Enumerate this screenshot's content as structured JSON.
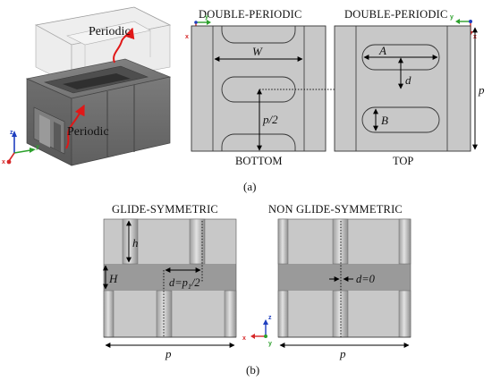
{
  "figure": {
    "label_a": "(a)",
    "label_b": "(b)"
  },
  "model3d": {
    "port_top": "Periodic",
    "port_bottom": "Periodic"
  },
  "axes": {
    "x": "x",
    "y": "y",
    "z": "z",
    "colors": {
      "x": "#d62728",
      "y": "#2ca02c",
      "z": "#1f3fbf"
    }
  },
  "panel_bottom": {
    "header": "DOUBLE-PERIODIC",
    "footer": "BOTTOM",
    "dim_width": "W",
    "dim_half_period": "p/2"
  },
  "panel_top": {
    "header": "DOUBLE-PERIODIC",
    "footer": "TOP",
    "dim_slot_length": "A",
    "dim_shift": "d",
    "dim_slot_width": "B",
    "dim_period": "p"
  },
  "panel_glide": {
    "header": "GLIDE-SYMMETRIC",
    "dim_pin_height": "h",
    "dim_gap": "H",
    "dim_shift": "d=p",
    "dim_shift_sub": "1",
    "dim_shift_tail": "/2",
    "dim_period": "p"
  },
  "panel_nonglide": {
    "header": "NON GLIDE-SYMMETRIC",
    "dim_shift": "d=0",
    "dim_period": "p"
  },
  "colors": {
    "surface": "#c8c8c8",
    "gap": "#9a9a9a",
    "arrow_red": "#e01818",
    "outline": "#333333"
  }
}
